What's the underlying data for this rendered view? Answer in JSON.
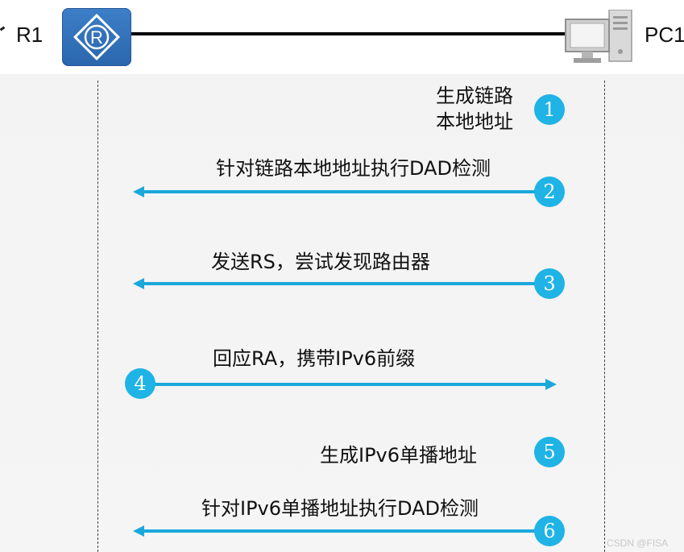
{
  "devices": {
    "router": {
      "label": "R1",
      "icon": "router-icon"
    },
    "pc": {
      "label": "PC1",
      "icon": "pc-icon"
    }
  },
  "steps": [
    {
      "number": "1",
      "text_lines": [
        "生成链路",
        "本地地址"
      ],
      "direction": "none"
    },
    {
      "number": "2",
      "text": "针对链路本地地址执行DAD检测",
      "direction": "pc-to-router"
    },
    {
      "number": "3",
      "text": "发送RS，尝试发现路由器",
      "direction": "pc-to-router"
    },
    {
      "number": "4",
      "text": "回应RA，携带IPv6前缀",
      "direction": "router-to-pc"
    },
    {
      "number": "5",
      "text": "生成IPv6单播地址",
      "direction": "none"
    },
    {
      "number": "6",
      "text": "针对IPv6单播地址执行DAD检测",
      "direction": "pc-to-router"
    }
  ],
  "watermark": "CSDN @FISA",
  "colors": {
    "accent": "#1fb3e6",
    "arrow": "#1aa8dc",
    "router_fill": "#2f6fb8",
    "link": "#000000"
  }
}
